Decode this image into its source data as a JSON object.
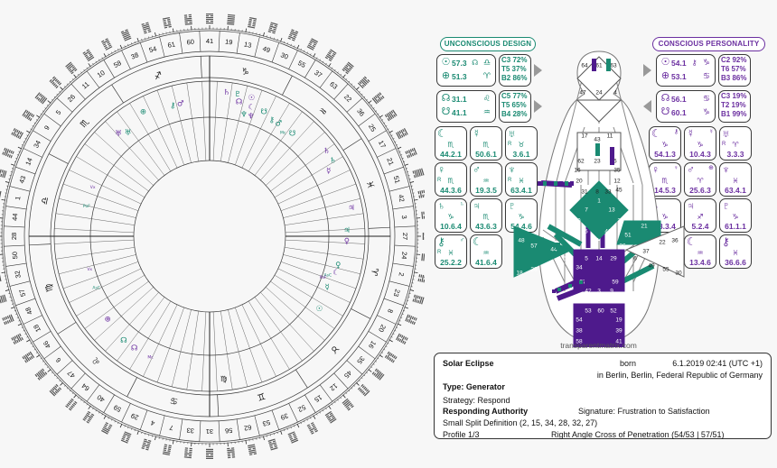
{
  "colors": {
    "design": "#1a8a72",
    "personality": "#6b2fa0",
    "defined_sacral": "#4e1a8c",
    "ink": "#333333"
  },
  "panels": {
    "design": {
      "title": "UNCONSCIOUS DESIGN",
      "luminaries": [
        {
          "glyph": "☉",
          "value": "57.3",
          "sign_extra": "☊",
          "sign": "♎"
        },
        {
          "glyph": "⊕",
          "value": "51.3",
          "sign": "♈"
        }
      ],
      "nodes": [
        {
          "glyph": "☊",
          "value": "31.1",
          "sign": "♌"
        },
        {
          "glyph": "☋",
          "value": "41.1",
          "sign": "♒"
        }
      ],
      "pct1": [
        "C3 72%",
        "T5 37%",
        "B2 86%"
      ],
      "pct2": [
        "C5 77%",
        "T5 65%",
        "B4 28%"
      ],
      "planets": [
        {
          "glyph": "☾",
          "name": "moon",
          "sup": "",
          "retro": "",
          "sign": "♏",
          "value": "44.2.1"
        },
        {
          "glyph": "☿",
          "name": "mercury",
          "sup": "",
          "retro": "",
          "sign": "♏",
          "value": "50.6.1"
        },
        {
          "glyph": "♅",
          "name": "uranus",
          "sup": "",
          "retro": "R",
          "sign": "♉",
          "value": "3.6.1"
        },
        {
          "glyph": "♀",
          "name": "venus",
          "sup": "",
          "retro": "R",
          "sign": "♏",
          "value": "44.3.6"
        },
        {
          "glyph": "♂",
          "name": "mars",
          "sup": "",
          "retro": "",
          "sign": "♒",
          "value": "19.3.5"
        },
        {
          "glyph": "♆",
          "name": "neptune",
          "sup": "",
          "retro": "R",
          "sign": "♓",
          "value": "63.4.1"
        },
        {
          "glyph": "♄",
          "name": "saturn",
          "sup": "♄",
          "retro": "",
          "sign": "♑",
          "value": "10.6.4"
        },
        {
          "glyph": "♃",
          "name": "jupiter",
          "sup": "",
          "retro": "",
          "sign": "♏",
          "value": "43.6.3"
        },
        {
          "glyph": "♇",
          "name": "pluto",
          "sup": "",
          "retro": "",
          "sign": "♑",
          "value": "54.4.6"
        },
        {
          "glyph": "⚷",
          "name": "chiron",
          "sup": "♂",
          "retro": "R",
          "sign": "♓",
          "value": "25.2.2"
        },
        {
          "glyph": "☾",
          "name": "lilith",
          "sup": "",
          "retro": "",
          "sign": "♒",
          "value": "41.6.4"
        }
      ]
    },
    "personality": {
      "title": "CONSCIOUS PERSONALITY",
      "luminaries": [
        {
          "glyph": "☉",
          "value": "54.1",
          "sign_extra": "⚷",
          "sign": "♑"
        },
        {
          "glyph": "⊕",
          "value": "53.1",
          "sign": "♋"
        }
      ],
      "nodes": [
        {
          "glyph": "☊",
          "value": "56.1",
          "sign": "♋"
        },
        {
          "glyph": "☋",
          "value": "60.1",
          "sign": "♑"
        }
      ],
      "pct1": [
        "C2 92%",
        "T6 57%",
        "B3 86%"
      ],
      "pct2": [
        "C3 19%",
        "T2 19%",
        "B1 99%"
      ],
      "planets": [
        {
          "glyph": "☾",
          "name": "moon",
          "sup": "⚷",
          "retro": "",
          "sign": "♑",
          "value": "54.1.3"
        },
        {
          "glyph": "☿",
          "name": "mercury",
          "sup": "☿",
          "retro": "",
          "sign": "♑",
          "value": "10.4.3"
        },
        {
          "glyph": "♅",
          "name": "uranus",
          "sup": "",
          "retro": "R",
          "sign": "♈",
          "value": "3.3.3"
        },
        {
          "glyph": "♀",
          "name": "venus",
          "sup": "♀",
          "retro": "",
          "sign": "♏",
          "value": "14.5.3"
        },
        {
          "glyph": "♂",
          "name": "mars",
          "sup": "⊕",
          "retro": "",
          "sign": "♈",
          "value": "25.6.3"
        },
        {
          "glyph": "♆",
          "name": "neptune",
          "sup": "",
          "retro": "",
          "sign": "♓",
          "value": "63.4.1"
        },
        {
          "glyph": "♄",
          "name": "saturn",
          "sup": "",
          "retro": "",
          "sign": "♑",
          "value": "38.3.4"
        },
        {
          "glyph": "♃",
          "name": "jupiter",
          "sup": "",
          "retro": "",
          "sign": "♐",
          "value": "5.2.4"
        },
        {
          "glyph": "♇",
          "name": "pluto",
          "sup": "",
          "retro": "",
          "sign": "♑",
          "value": "61.1.1"
        },
        {
          "glyph": "☾",
          "name": "lilith",
          "sup": "",
          "retro": "",
          "sign": "♒",
          "value": "13.4.6"
        },
        {
          "glyph": "⚷",
          "name": "chiron",
          "sup": "",
          "retro": "",
          "sign": "♓",
          "value": "36.6.6"
        }
      ]
    }
  },
  "bodygraph": {
    "watermark": "transparentmatrix.com",
    "centers": [
      {
        "id": "head",
        "label": "head-center",
        "state": "open",
        "gates": [
          "64",
          "61",
          "63"
        ]
      },
      {
        "id": "ajna",
        "label": "ajna-center",
        "state": "open",
        "gates": [
          "47",
          "24",
          "4"
        ]
      },
      {
        "id": "throat-top",
        "label": "throat-center",
        "state": "open",
        "gates": [
          "17",
          "43",
          "11",
          "62",
          "23",
          "56",
          "16",
          "35",
          "20",
          "12",
          "31",
          "8",
          "33",
          "45"
        ]
      },
      {
        "id": "g",
        "label": "g-center",
        "state": "defined-design",
        "gates": [
          "1",
          "7",
          "13",
          "10",
          "25",
          "15",
          "46",
          "2"
        ]
      },
      {
        "id": "heart",
        "label": "heart-center",
        "state": "defined-design",
        "gates": [
          "21",
          "51",
          "26",
          "40"
        ]
      },
      {
        "id": "spleen",
        "label": "spleen-center",
        "state": "defined-design",
        "gates": [
          "48",
          "57",
          "44",
          "50",
          "32",
          "28",
          "18"
        ]
      },
      {
        "id": "solar",
        "label": "solar-plexus-center",
        "state": "open",
        "gates": [
          "6",
          "37",
          "22",
          "36",
          "49",
          "55",
          "30"
        ]
      },
      {
        "id": "sacral",
        "label": "sacral-center",
        "state": "defined-personality",
        "gates": [
          "5",
          "14",
          "29",
          "34",
          "27",
          "59",
          "42",
          "3",
          "9"
        ]
      },
      {
        "id": "root",
        "label": "root-center",
        "state": "defined-personality",
        "gates": [
          "53",
          "60",
          "52",
          "54",
          "19",
          "38",
          "39",
          "58",
          "41"
        ]
      }
    ]
  },
  "info": {
    "title": "Solar Eclipse",
    "born_label": "born",
    "born_value": "6.1.2019 02:41 (UTC +1)",
    "place": "in Berlin, Berlin, Federal Republic of Germany",
    "type": "Type: Generator",
    "strategy": "Strategy: Respond",
    "authority": "Responding Authority",
    "signature": "Signature: Frustration to Satisfaction",
    "definition": "Small Split Definition (2, 15, 34, 28, 32, 27)",
    "profile": "Profile 1/3",
    "cross": "Right Angle Cross of Penetration (54/53 | 57/51)"
  },
  "mandala": {
    "outer_gates": [
      "41",
      "19",
      "13",
      "49",
      "30",
      "55",
      "37",
      "63",
      "22",
      "36",
      "25",
      "17",
      "21",
      "51",
      "42",
      "3",
      "27",
      "24",
      "2",
      "23",
      "8",
      "20",
      "16",
      "35",
      "45",
      "12",
      "15",
      "52",
      "39",
      "53",
      "62",
      "56",
      "31",
      "33",
      "7",
      "4",
      "29",
      "59",
      "40",
      "64",
      "47",
      "6",
      "46",
      "18",
      "48",
      "57",
      "32",
      "50",
      "28",
      "44",
      "1",
      "43",
      "14",
      "34",
      "9",
      "5",
      "26",
      "11",
      "10",
      "58",
      "38",
      "54",
      "61",
      "60"
    ],
    "signs": [
      "♑",
      "♒",
      "♓",
      "♈",
      "♉",
      "♊",
      "♋",
      "♌",
      "♍",
      "♎",
      "♏",
      "♐"
    ],
    "design_markers": [
      "☉",
      "⊕",
      "☾",
      "☿",
      "♀",
      "♂",
      "♃",
      "♄",
      "♅",
      "♆",
      "♇",
      "☊",
      "☋",
      "⚷",
      "AsC",
      "Mc",
      "Vx",
      "PoF"
    ],
    "personality_markers": [
      "☉",
      "⊕",
      "☾",
      "☿",
      "♀",
      "♂",
      "♃",
      "♄",
      "♅",
      "♆",
      "♇",
      "☊",
      "☋",
      "⚷",
      "AsC",
      "Mc",
      "Vx",
      "PoF"
    ]
  }
}
